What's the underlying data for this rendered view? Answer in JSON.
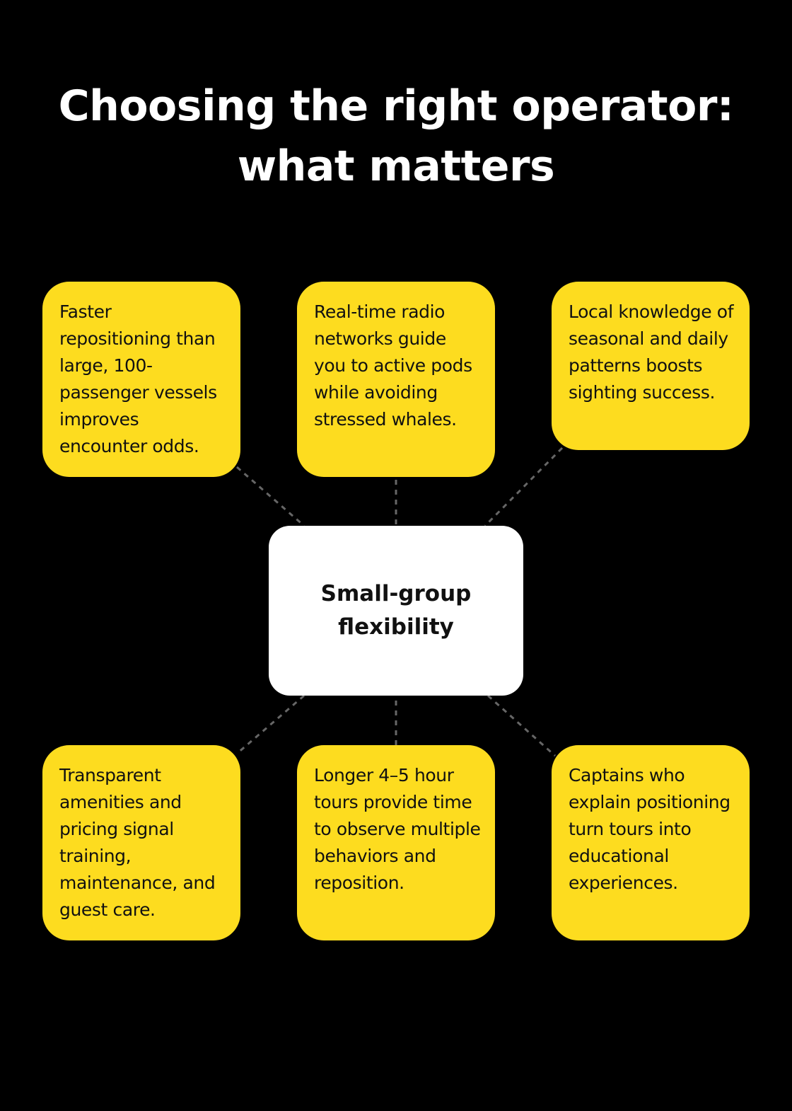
{
  "colors": {
    "background": "#000000",
    "card_fill": "#fddc1f",
    "center_fill": "#ffffff",
    "connector": "#666666",
    "title_text": "#ffffff",
    "card_text": "#111111"
  },
  "title": {
    "line1": "Choosing the right operator:",
    "line2": "what matters"
  },
  "center": {
    "label": "Small-group flexibility"
  },
  "cards": [
    {
      "text": "Faster repositioning than large, 100-passenger vessels improves encounter odds."
    },
    {
      "text": "Real-time radio networks guide you to active pods while avoiding stressed whales."
    },
    {
      "text": "Local knowledge of seasonal and daily patterns boosts sighting success."
    },
    {
      "text": "Transparent amenities and pricing signal training, maintenance, and guest care."
    },
    {
      "text": "Longer 4–5 hour tours provide time to observe multiple behaviors and reposition."
    },
    {
      "text": "Captains who explain positioning turn tours into educational experiences."
    }
  ]
}
